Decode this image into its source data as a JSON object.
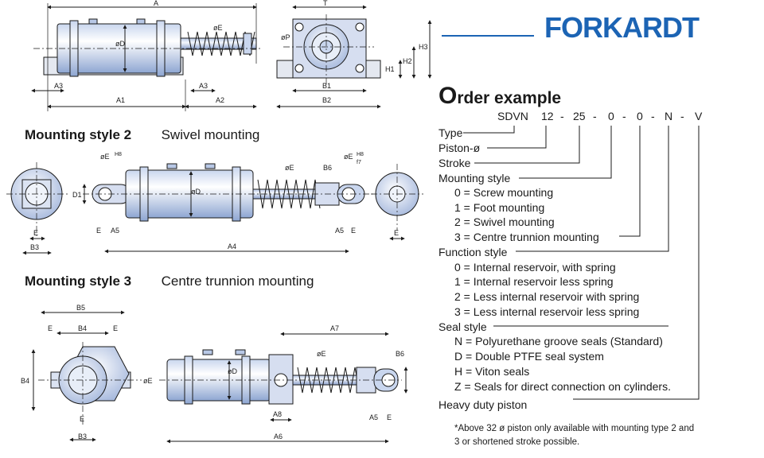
{
  "brand": {
    "name": "FORKARDT",
    "color": "#1c64b4"
  },
  "headings": {
    "ms2": {
      "bold": "Mounting style 2",
      "text": "Swivel mounting"
    },
    "ms3": {
      "bold": "Mounting style 3",
      "text": "Centre trunnion mounting"
    }
  },
  "dimensions": {
    "A": "A",
    "A1": "A1",
    "A2": "A2",
    "A3": "A3",
    "A4": "A4",
    "A5": "A5",
    "A6": "A6",
    "A7": "A7",
    "A8": "A8",
    "B1": "B1",
    "B2": "B2",
    "B3": "B3",
    "B4": "B4",
    "B5": "B5",
    "B6": "B6",
    "H1": "H1",
    "H2": "H2",
    "H3": "H3",
    "T": "T",
    "D1": "D1",
    "E": "E",
    "oD": "øD",
    "oE": "øE",
    "oP": "øP",
    "H8": "H8",
    "f7": "f7"
  },
  "order": {
    "title_first": "O",
    "title_rest": "rder example",
    "code": [
      "SDVN",
      "12",
      "-",
      "25",
      "-",
      "0",
      "-",
      "0",
      "-",
      "N",
      "-",
      "V"
    ],
    "type_label": "Type",
    "piston_label": "Piston-ø",
    "stroke_label": "Stroke",
    "mounting_label": "Mounting style",
    "mounting_options": [
      "0  =  Screw mounting",
      "1  =  Foot mounting",
      "2  =  Swivel mounting",
      "3  =  Centre trunnion mounting"
    ],
    "function_label": "Function style",
    "function_options": [
      "0  =  Internal reservoir, with spring",
      "1  =  Internal reservoir less spring",
      "2  =  Less internal reservoir with spring",
      "3  =  Less internal reservoir less spring"
    ],
    "seal_label": "Seal style",
    "seal_options": [
      "N  =  Polyurethane groove seals (Standard)",
      "D  =  Double PTFE seal system",
      "H  =  Viton seals",
      "Z  =  Seals for direct connection on cylinders."
    ],
    "heavy_label": "Heavy duty piston",
    "footnote": "*Above 32 ø piston only available with mounting type 2 and 3 or shortened stroke possible."
  }
}
